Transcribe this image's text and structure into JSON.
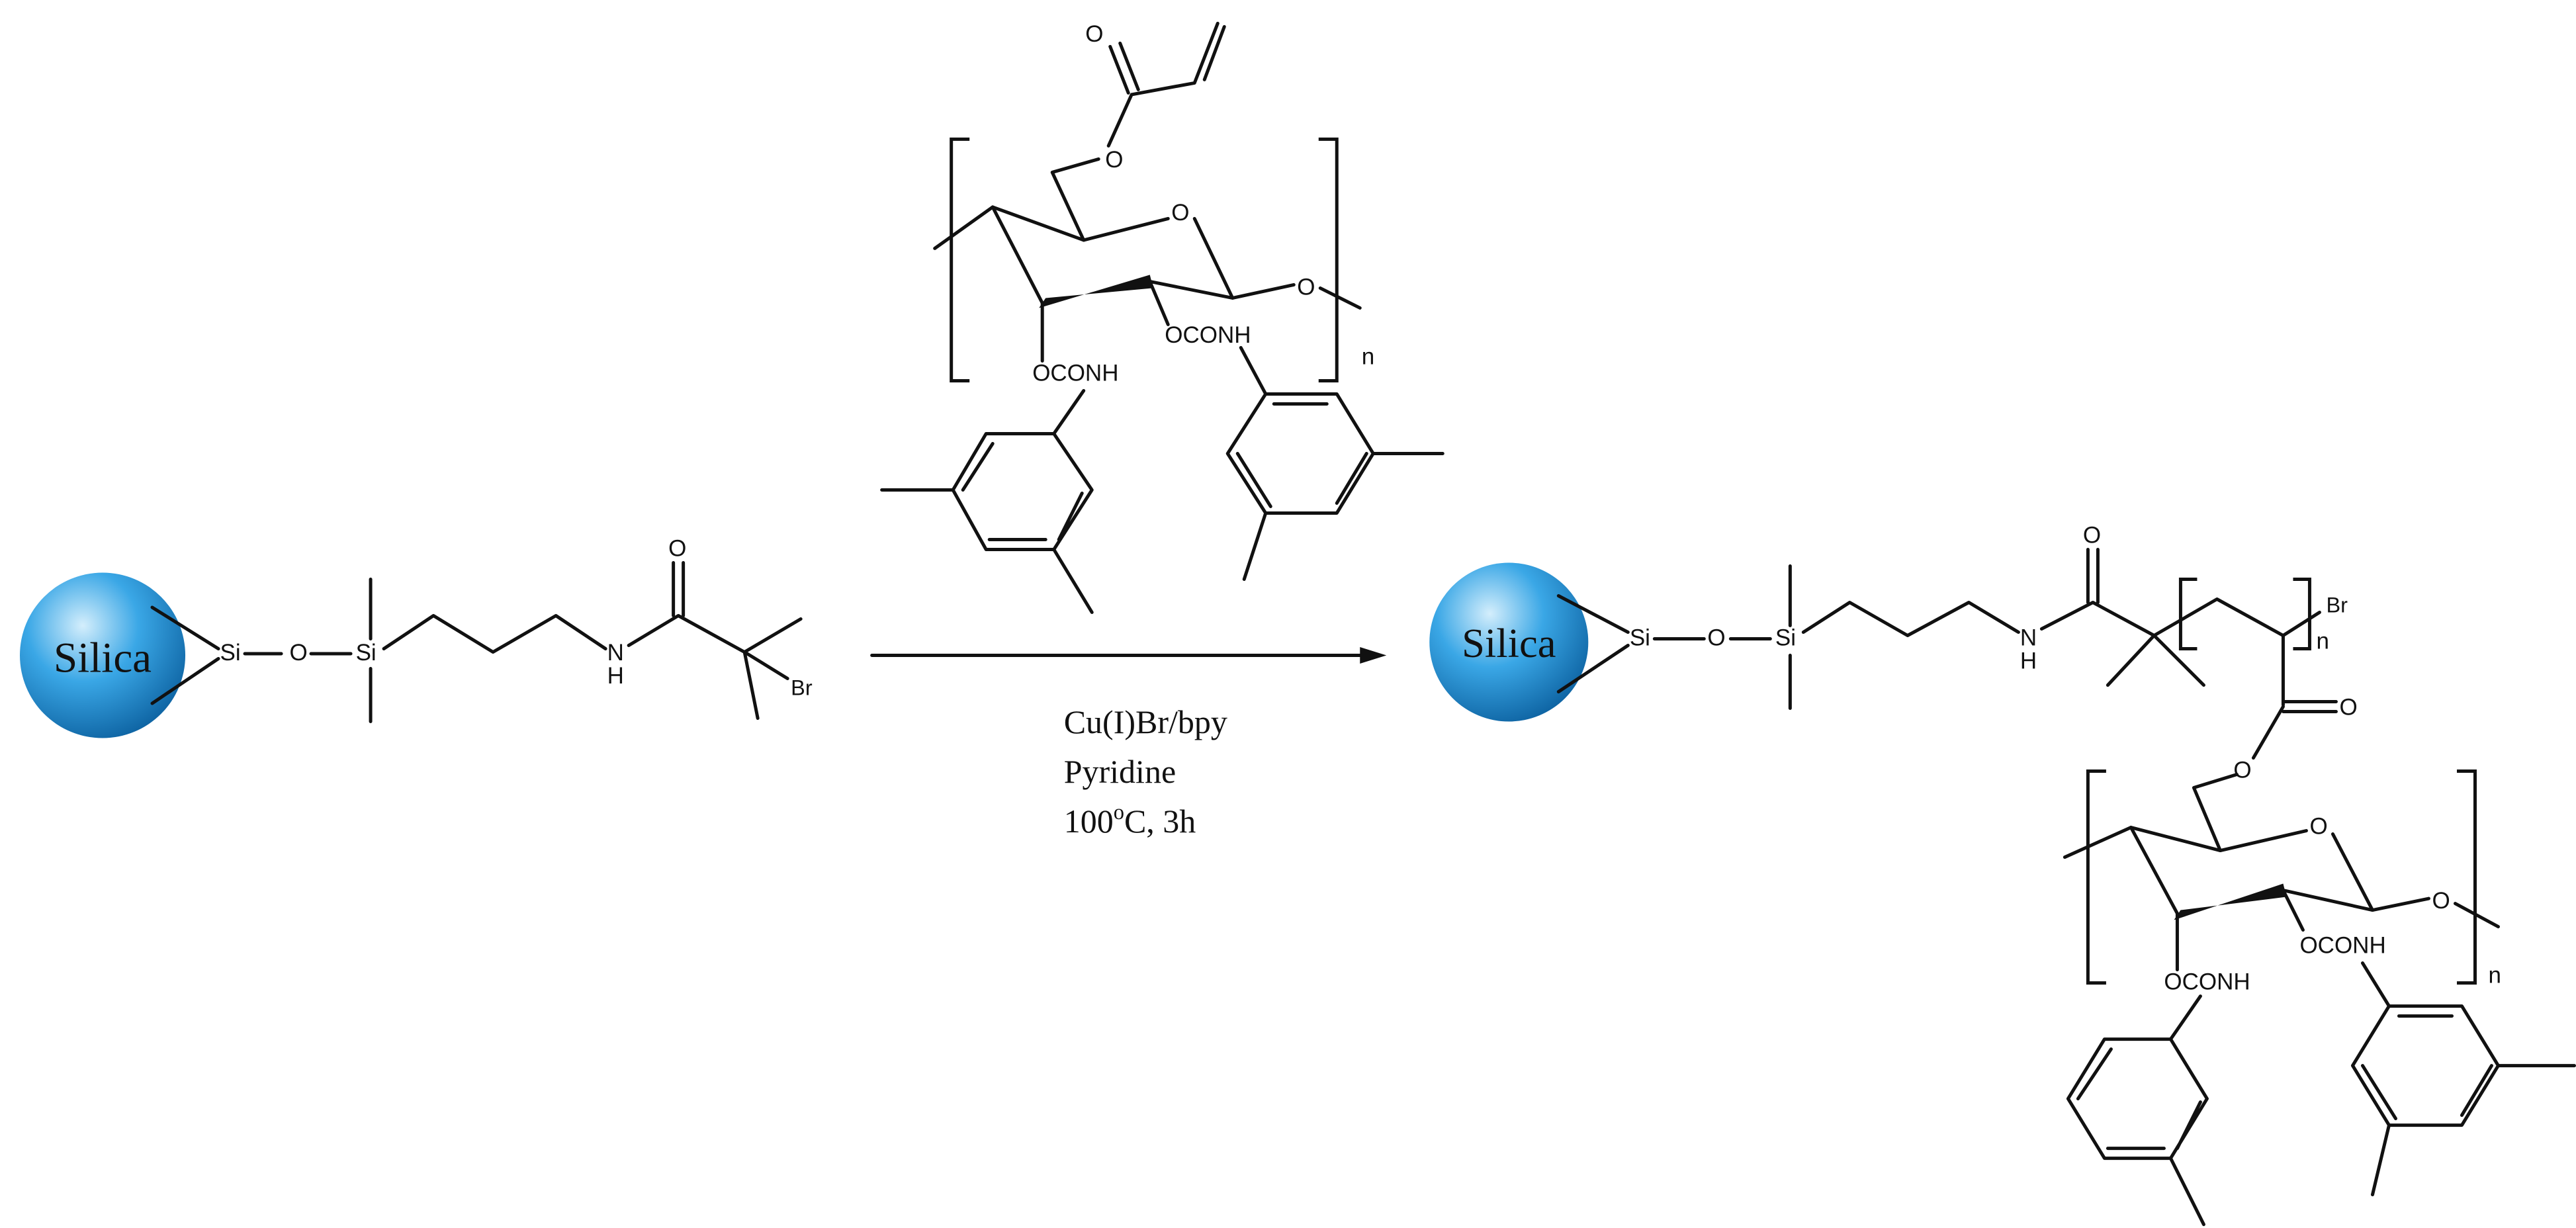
{
  "reactant": {
    "particle_label": "Silica",
    "atoms": {
      "si1": "Si",
      "o1": "O",
      "si2": "Si",
      "nh": "N",
      "h": "H",
      "o_carbonyl": "O",
      "br": "Br"
    }
  },
  "monomer": {
    "atoms": {
      "o_acr_carbonyl": "O",
      "o_acr_ester": "O",
      "o_ring": "O",
      "o_glyco": "O",
      "ocoNH_left": "OCONH",
      "ocoNH_right": "OCONH"
    },
    "repeat_subscript": "n"
  },
  "conditions": {
    "line1": "Cu(I)Br/bpy",
    "line2": "Pyridine",
    "line3_prefix": "100",
    "line3_sup": "o",
    "line3_suffix": "C, 3h"
  },
  "product": {
    "particle_label": "Silica",
    "atoms": {
      "si1": "Si",
      "o1": "O",
      "si2": "Si",
      "nh": "N",
      "h": "H",
      "o_amide": "O",
      "br": "Br",
      "o_ester_carbonyl": "O",
      "o_ester": "O",
      "o_ring": "O",
      "o_glyco": "O",
      "ocoNH_left": "OCONH",
      "ocoNH_right": "OCONH"
    },
    "polymer_subscript": "n",
    "cellulose_subscript": "n"
  },
  "colors": {
    "sphere_light": "#bfe4fb",
    "sphere_mid": "#3aa7e6",
    "sphere_dark": "#0b5f9e",
    "ink": "#111111"
  }
}
